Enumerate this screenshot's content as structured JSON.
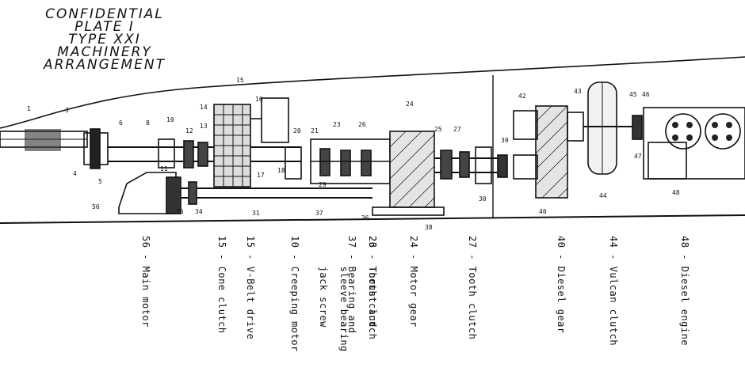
{
  "title_lines": [
    "CONFIDENTIAL",
    "PLATE I",
    "TYPE XXI",
    "MACHINERY",
    "ARRANGEMENT"
  ],
  "legend": [
    {
      "lines": [
        "56 - Main motor"
      ]
    },
    {
      "lines": [
        "15 - V-Belt drive",
        "15 - Cone clutch"
      ]
    },
    {
      "lines": [
        "37 - Bearing and",
        "     jack screw",
        "10 - Creeping motor"
      ]
    },
    {
      "lines": [
        "23 - Thrust and",
        "     sleeve bearing"
      ]
    },
    {
      "lines": [
        "26 - Tooth clutch"
      ]
    },
    {
      "lines": [
        "24 - Motor gear"
      ]
    },
    {
      "lines": [
        "27 - Tooth clutch"
      ]
    },
    {
      "lines": [
        "40 - Diesel gear"
      ]
    },
    {
      "lines": [
        "44 - Vulcan clutch"
      ]
    },
    {
      "lines": [
        "48 - Diesel engine"
      ]
    }
  ],
  "part_numbers": [
    "1",
    "3",
    "4",
    "5",
    "6",
    "8",
    "10",
    "11",
    "12",
    "13",
    "14",
    "15",
    "16",
    "17",
    "18",
    "20",
    "21",
    "23",
    "24",
    "25",
    "26",
    "27",
    "29",
    "30",
    "31",
    "34",
    "35",
    "36",
    "37",
    "38",
    "39",
    "40",
    "42",
    "43",
    "44",
    "45",
    "46",
    "47",
    "48",
    "56"
  ]
}
